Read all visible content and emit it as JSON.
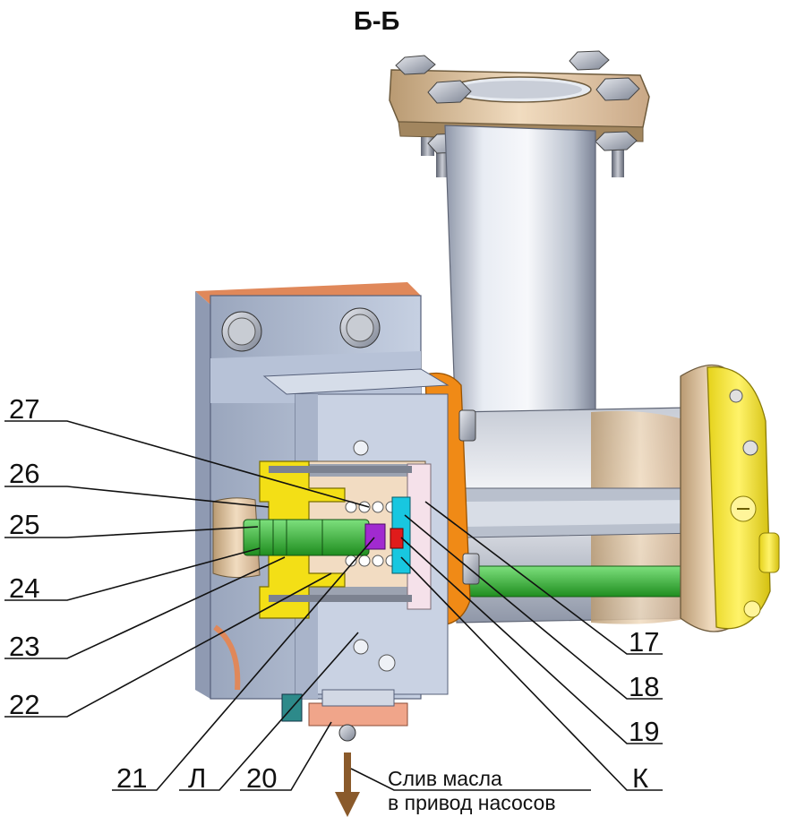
{
  "title": "Б-Б",
  "callouts": {
    "c27": "27",
    "c26": "26",
    "c25": "25",
    "c24": "24",
    "c23": "23",
    "c22": "22",
    "c21": "21",
    "cL": "Л",
    "c20": "20",
    "c17": "17",
    "c18": "18",
    "c19": "19",
    "cK": "К"
  },
  "drain_note": {
    "line1": "Слив масла",
    "line2": "в привод насосов"
  }
}
